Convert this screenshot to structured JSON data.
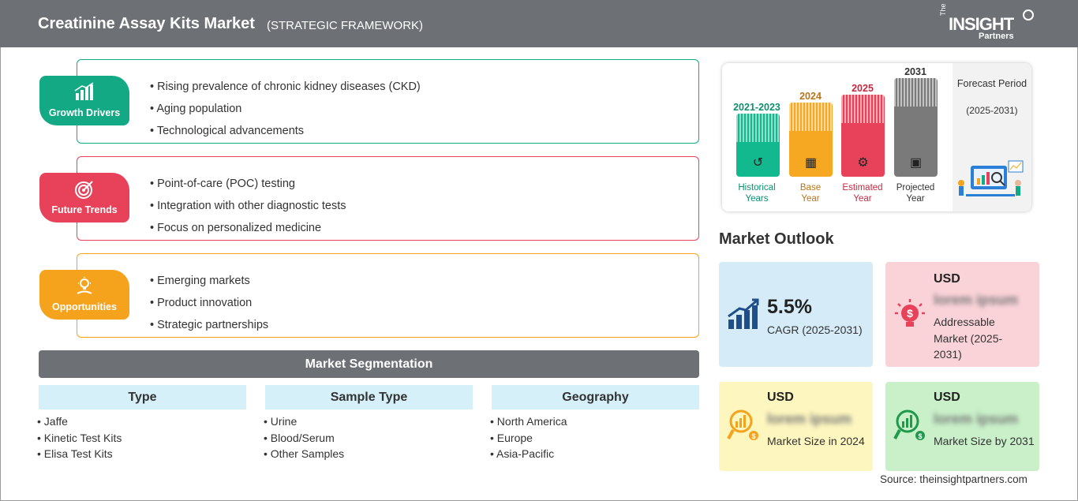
{
  "header": {
    "title": "Creatinine Assay Kits Market",
    "subtitle": "(STRATEGIC FRAMEWORK)",
    "logo": {
      "the": "The",
      "main": "INSIGHT",
      "partners": "Partners"
    }
  },
  "framework": [
    {
      "label": "Growth Drivers",
      "icon": "bar-chart-growth-icon",
      "color": "#12a984",
      "items": [
        "Rising prevalence of chronic kidney diseases (CKD)",
        "Aging population",
        "Technological advancements"
      ]
    },
    {
      "label": "Future Trends",
      "icon": "target-icon",
      "color": "#e8425a",
      "items": [
        "Point-of-care (POC) testing",
        "Integration with other diagnostic tests",
        "Focus on personalized medicine"
      ]
    },
    {
      "label": "Opportunities",
      "icon": "lightbulb-hand-icon",
      "color": "#f5a21c",
      "items": [
        "Emerging markets",
        "Product innovation",
        "Strategic partnerships"
      ]
    }
  ],
  "segmentation": {
    "title": "Market Segmentation",
    "columns": [
      {
        "head": "Type",
        "items": [
          "Jaffe",
          "Kinetic Test Kits",
          "Elisa Test Kits"
        ]
      },
      {
        "head": "Sample Type",
        "items": [
          "Urine",
          "Blood/Serum",
          "Other Samples"
        ]
      },
      {
        "head": "Geography",
        "items": [
          "North America",
          "Europe",
          "Asia-Pacific"
        ]
      }
    ]
  },
  "timeline": {
    "periods": [
      {
        "year": "2021-2023",
        "caption": [
          "Historical",
          "Years"
        ],
        "color": "#12b98f",
        "year_color": "#0e8f6e",
        "icon": "history-icon"
      },
      {
        "year": "2024",
        "caption": [
          "Base",
          "Year"
        ],
        "color": "#f7a823",
        "year_color": "#b7741a",
        "icon": "calendar-icon"
      },
      {
        "year": "2025",
        "caption": [
          "Estimated",
          "Year"
        ],
        "color": "#e8425a",
        "year_color": "#c8283f",
        "icon": "gears-icon"
      },
      {
        "year": "2031",
        "caption": [
          "Projected",
          "Year"
        ],
        "color": "#7a7a7a",
        "year_color": "#333333",
        "icon": "presentation-icon"
      }
    ],
    "forecast_title": "Forecast Period",
    "forecast_range": "(2025-2031)"
  },
  "outlook": {
    "title": "Market Outlook",
    "cagr": {
      "value": "5.5%",
      "label": "CAGR (2025-2031)",
      "bg": "#d5ecf8"
    },
    "addressable": {
      "usd": "USD",
      "value": "lorem ipsum",
      "label": "Addressable Market (2025-2031)",
      "bg": "#fad3d8"
    },
    "size_2024": {
      "usd": "USD",
      "value": "lorem ipsum",
      "label": "Market Size in 2024",
      "bg": "#fdf6bf"
    },
    "size_2031": {
      "usd": "USD",
      "value": "lorem ipsum",
      "label": "Market Size by 2031",
      "bg": "#c9f0c9"
    }
  },
  "source": "Source: theinsightpartners.com"
}
